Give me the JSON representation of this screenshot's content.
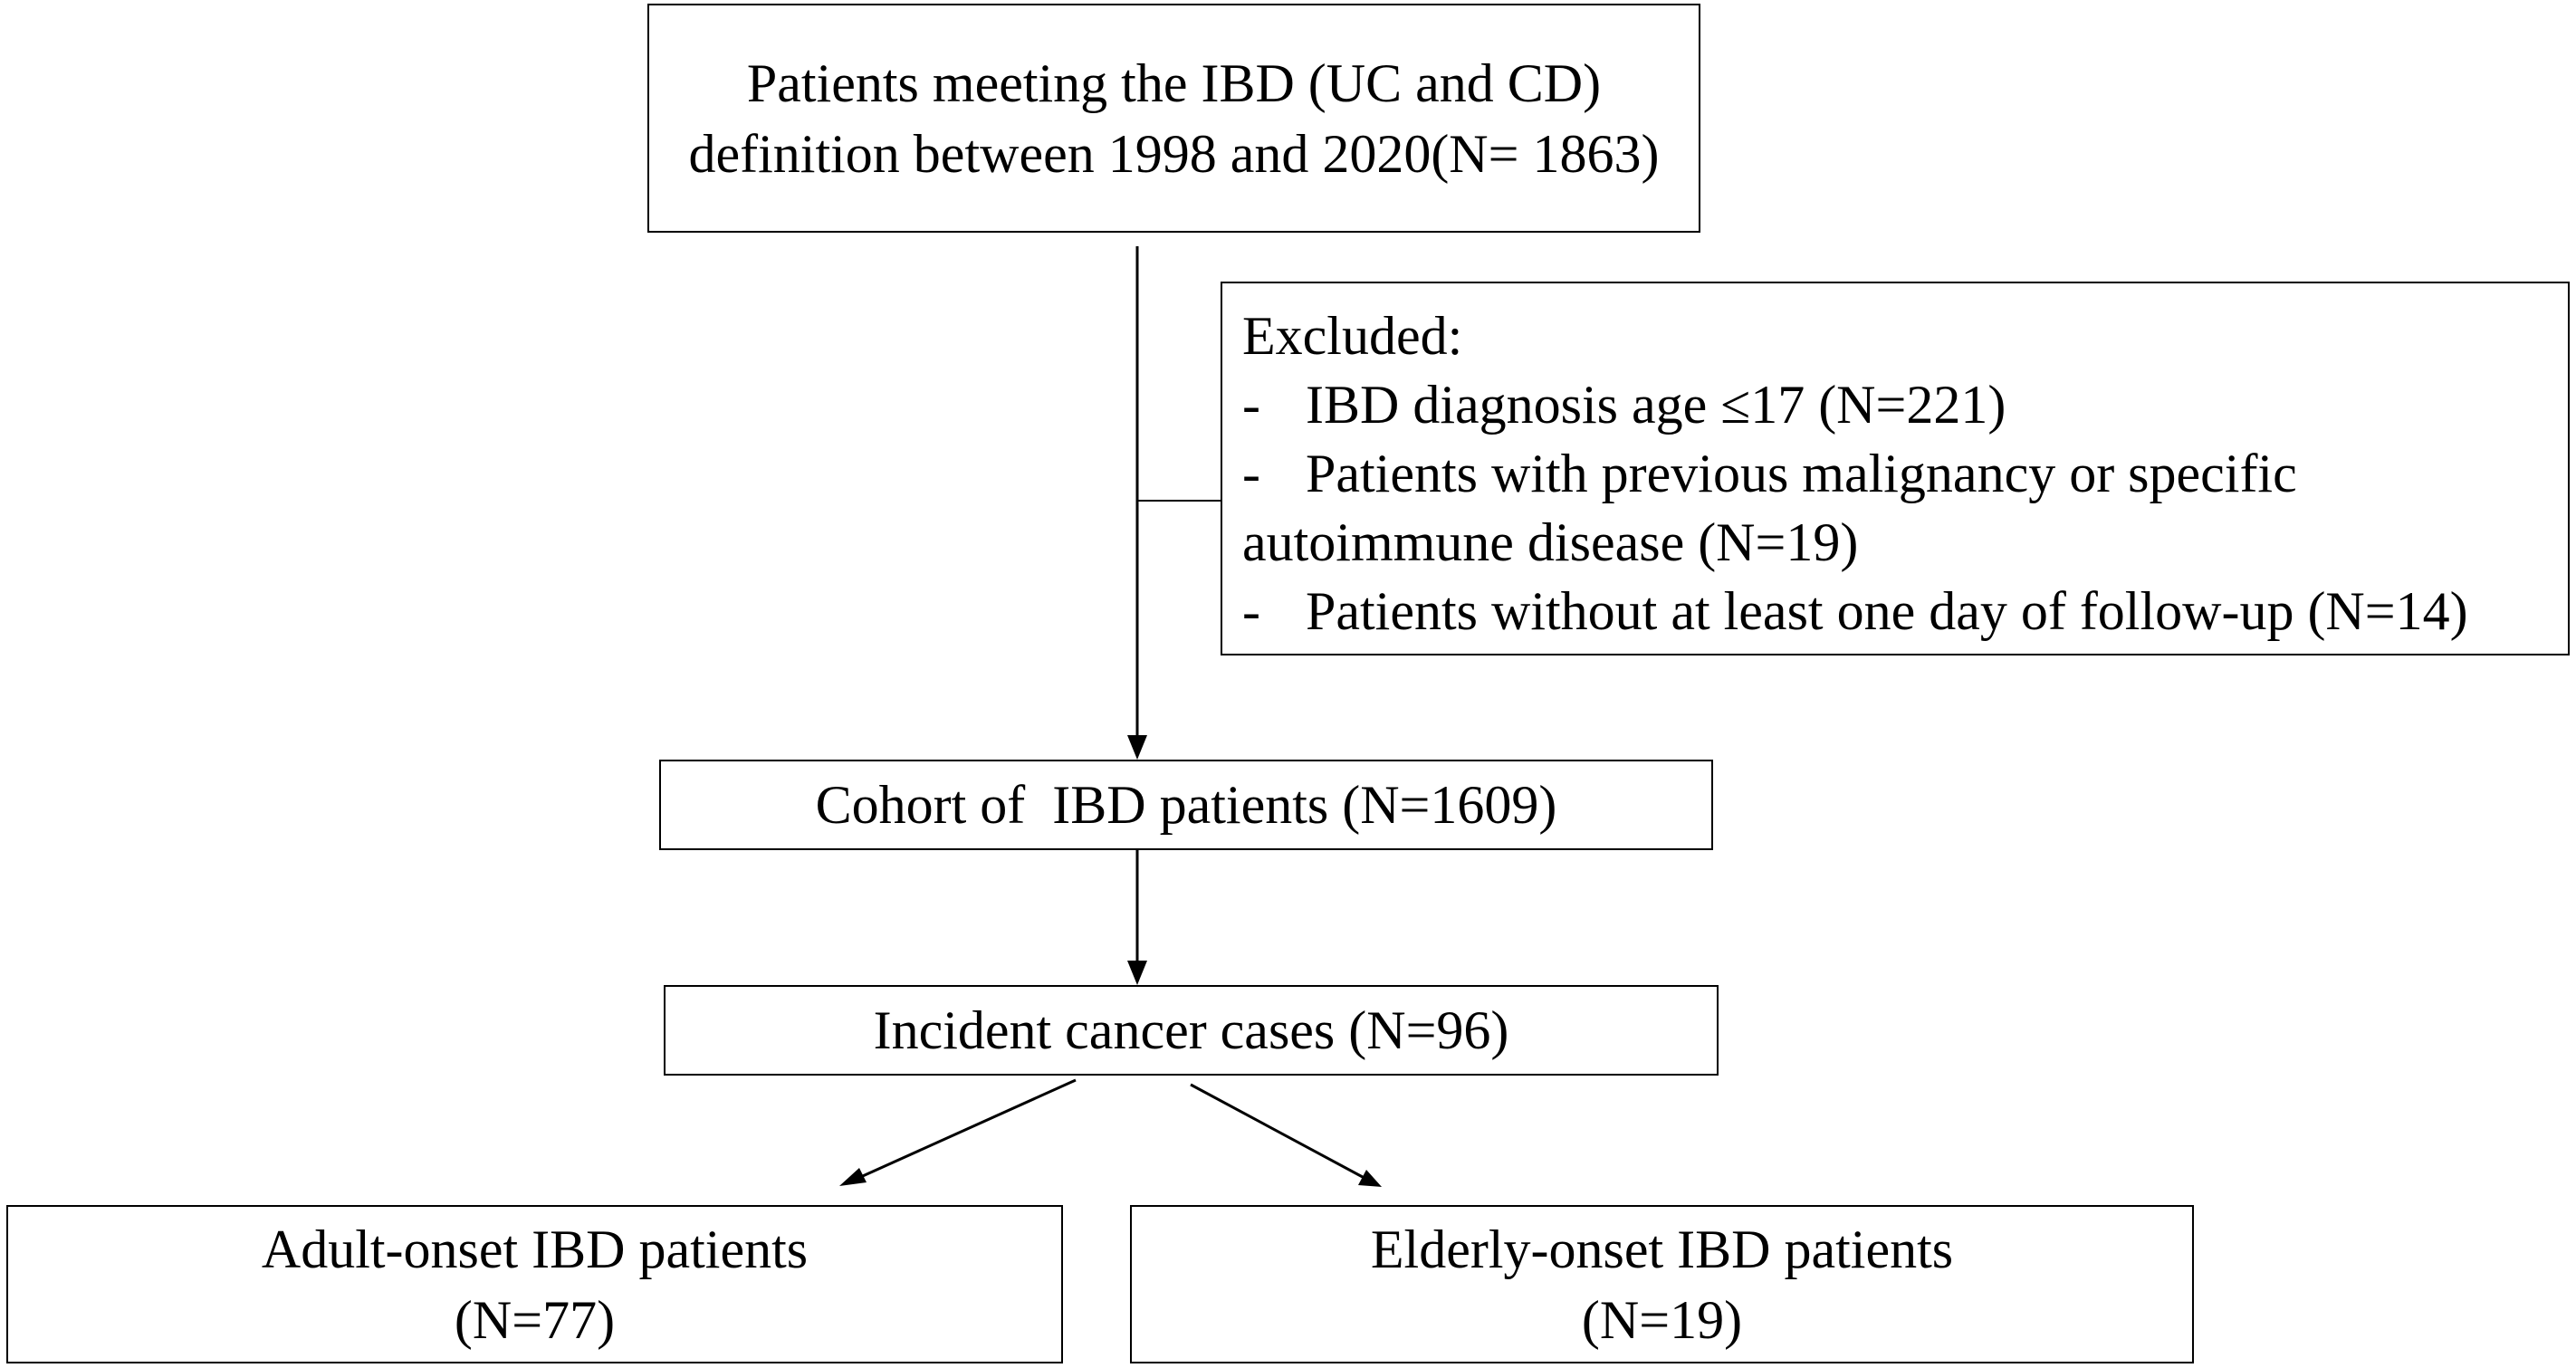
{
  "boxes": {
    "top": {
      "line1": "Patients meeting the IBD (UC and CD)",
      "line2": "definition between 1998 and 2020(N= 1863)"
    },
    "excluded": {
      "heading": "Excluded:",
      "items": [
        {
          "dash": "-",
          "text": "IBD diagnosis age ≤17 (N=221)"
        },
        {
          "dash": "-",
          "text": "Patients with previous malignancy or specific"
        },
        {
          "dash": "",
          "text": "autoimmune disease (N=19)"
        },
        {
          "dash": "-",
          "text": "Patients without at least one day of follow-up (N=14)"
        }
      ]
    },
    "cohort": {
      "label": "Cohort of  IBD patients (N=1609)"
    },
    "cancer": {
      "label": "Incident cancer cases (N=96)"
    },
    "adult": {
      "line1": "Adult-onset IBD patients",
      "line2": "(N=77)"
    },
    "elderly": {
      "line1": "Elderly-onset IBD patients",
      "line2": "(N=19)"
    }
  }
}
